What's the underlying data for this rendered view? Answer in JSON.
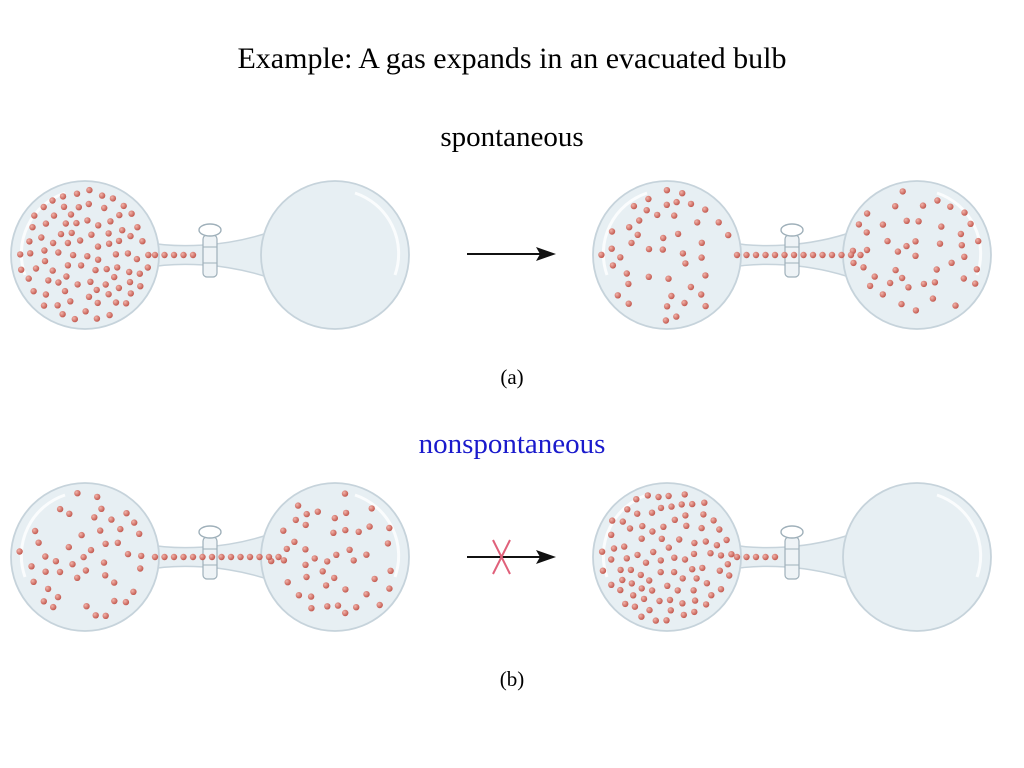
{
  "title": "Example: A gas expands in an evacuated bulb",
  "labels": {
    "spontaneous": "spontaneous",
    "nonspontaneous": "nonspontaneous",
    "caption_a": "(a)",
    "caption_b": "(b)"
  },
  "colors": {
    "nonspontaneous_text": "#1a1acc",
    "bulb_fill": "#e7eff3",
    "bulb_stroke": "#c6d3db",
    "molecule": "#c9635a",
    "cross": "#e0607a",
    "arrow": "#111111"
  },
  "panels": [
    {
      "id": "a",
      "before": {
        "left_bulb": "full",
        "right_bulb": "empty"
      },
      "arrow": "forward",
      "after": {
        "left_bulb": "half",
        "right_bulb": "half"
      }
    },
    {
      "id": "b",
      "before": {
        "left_bulb": "half",
        "right_bulb": "half"
      },
      "arrow": "crossed",
      "after": {
        "left_bulb": "full",
        "right_bulb": "empty"
      }
    }
  ]
}
